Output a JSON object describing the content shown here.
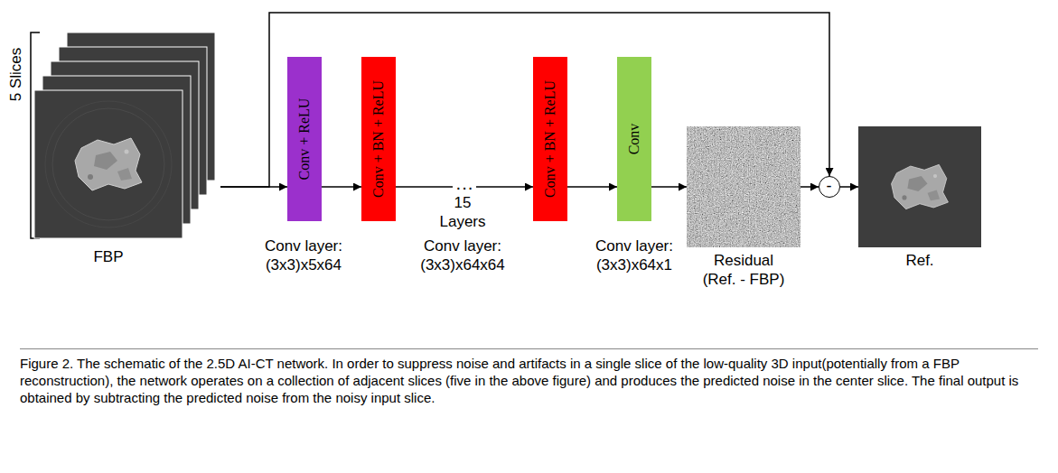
{
  "diagram": {
    "caption": "Figure 2. The schematic of the 2.5D AI-CT network. In order to suppress noise and artifacts in a single slice of the low-quality 3D input(potentially from a FBP reconstruction), the network operates on a collection of adjacent slices (five in the above figure) and produces the predicted noise in the center slice. The final output is obtained by subtracting the predicted noise from the noisy input slice.",
    "nodes": [
      {
        "text": [
          "FBP"
        ]
      },
      {
        "text": [
          "Conv + ReLU"
        ]
      },
      {
        "text": [
          "Conv + BN + ReLU"
        ]
      },
      {
        "text": [
          "Conv + BN + ReLU"
        ]
      },
      {
        "text": [
          "Conv"
        ]
      },
      {
        "text": [
          "Residual (Ref. - FBP)"
        ]
      },
      {
        "text": [
          "-"
        ]
      },
      {
        "text": [
          "Ref."
        ]
      }
    ],
    "edges": [
      {
        "from": 0,
        "to": 1,
        "arrow": "to"
      },
      {
        "from": 1,
        "to": 2,
        "arrow": "to"
      },
      {
        "from": 2,
        "to": 3,
        "arrow": "to",
        "label": "···"
      },
      {
        "from": 3,
        "to": 4,
        "arrow": "to"
      },
      {
        "from": 4,
        "to": 5,
        "arrow": "to"
      },
      {
        "from": 5,
        "to": 6,
        "arrow": "to"
      },
      {
        "from": 0,
        "to": 6,
        "arrow": "to"
      },
      {
        "from": 6,
        "to": 7,
        "arrow": "to"
      }
    ],
    "labels": [
      "5 Slices",
      "15 Layers",
      "Conv layer: (3x3)x5x64",
      "Conv layer: (3x3)x64x64",
      "Conv layer: (3x3)x64x1"
    ]
  }
}
